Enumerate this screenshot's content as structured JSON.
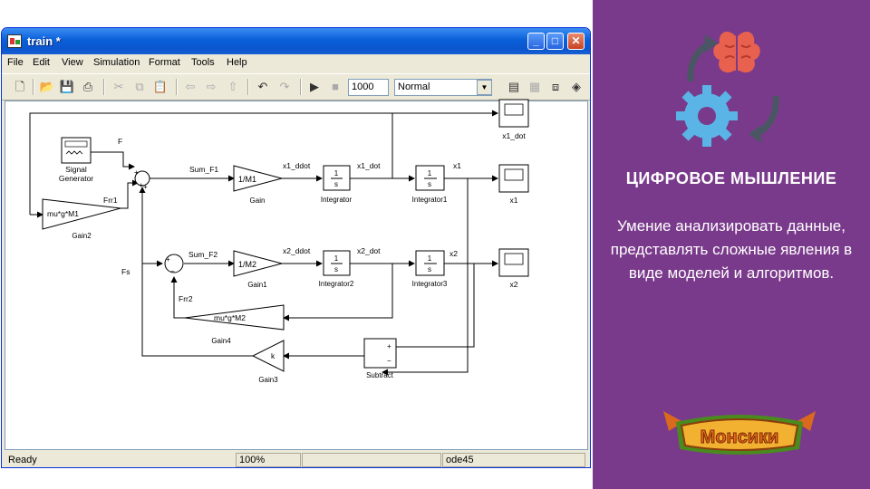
{
  "window": {
    "title": "train *"
  },
  "menu": [
    "File",
    "Edit",
    "View",
    "Simulation",
    "Format",
    "Tools",
    "Help"
  ],
  "toolbar": {
    "stop_time": "1000",
    "sim_mode": "Normal"
  },
  "status": {
    "state": "Ready",
    "zoom": "100%",
    "solver": "ode45"
  },
  "diagram": {
    "blocks": {
      "signal_generator": "Signal\nGenerator",
      "gain_m1": "1/M1",
      "gain_m1_name": "Gain",
      "gain_m2": "1/M2",
      "gain_m2_name": "Gain1",
      "gain2": "mu*g*M1",
      "gain2_name": "Gain2",
      "gain4": "mu*g*M2",
      "gain4_name": "Gain4",
      "gain3": "k",
      "gain3_name": "Gain3",
      "integrator": "Integrator",
      "integrator1": "Integrator1",
      "integrator2": "Integrator2",
      "integrator3": "Integrator3",
      "int_num": "1",
      "int_den": "s",
      "subtract": "Subtract",
      "scope_x1dot": "x1_dot",
      "scope_x1": "x1",
      "scope_x2": "x2"
    },
    "signals": {
      "F": "F",
      "Frr1": "Frr1",
      "Frr2": "Frr2",
      "Fs": "Fs",
      "sum_f1": "Sum_F1",
      "sum_f2": "Sum_F2",
      "x1_ddot": "x1_ddot",
      "x1_dot": "x1_dot",
      "x1": "x1",
      "x2_ddot": "x2_ddot",
      "x2_dot": "x2_dot",
      "x2": "x2"
    }
  },
  "panel": {
    "title": "ЦИФРОВОЕ МЫШЛЕНИЕ",
    "text": "Умение анализировать данные, представлять сложные явления в виде моделей и алгоритмов.",
    "logo": "Монсики",
    "colors": {
      "background": "#7a3a8b",
      "brain": "#e8614e",
      "gear": "#5ab4e6",
      "arrow": "#4a5663"
    }
  }
}
